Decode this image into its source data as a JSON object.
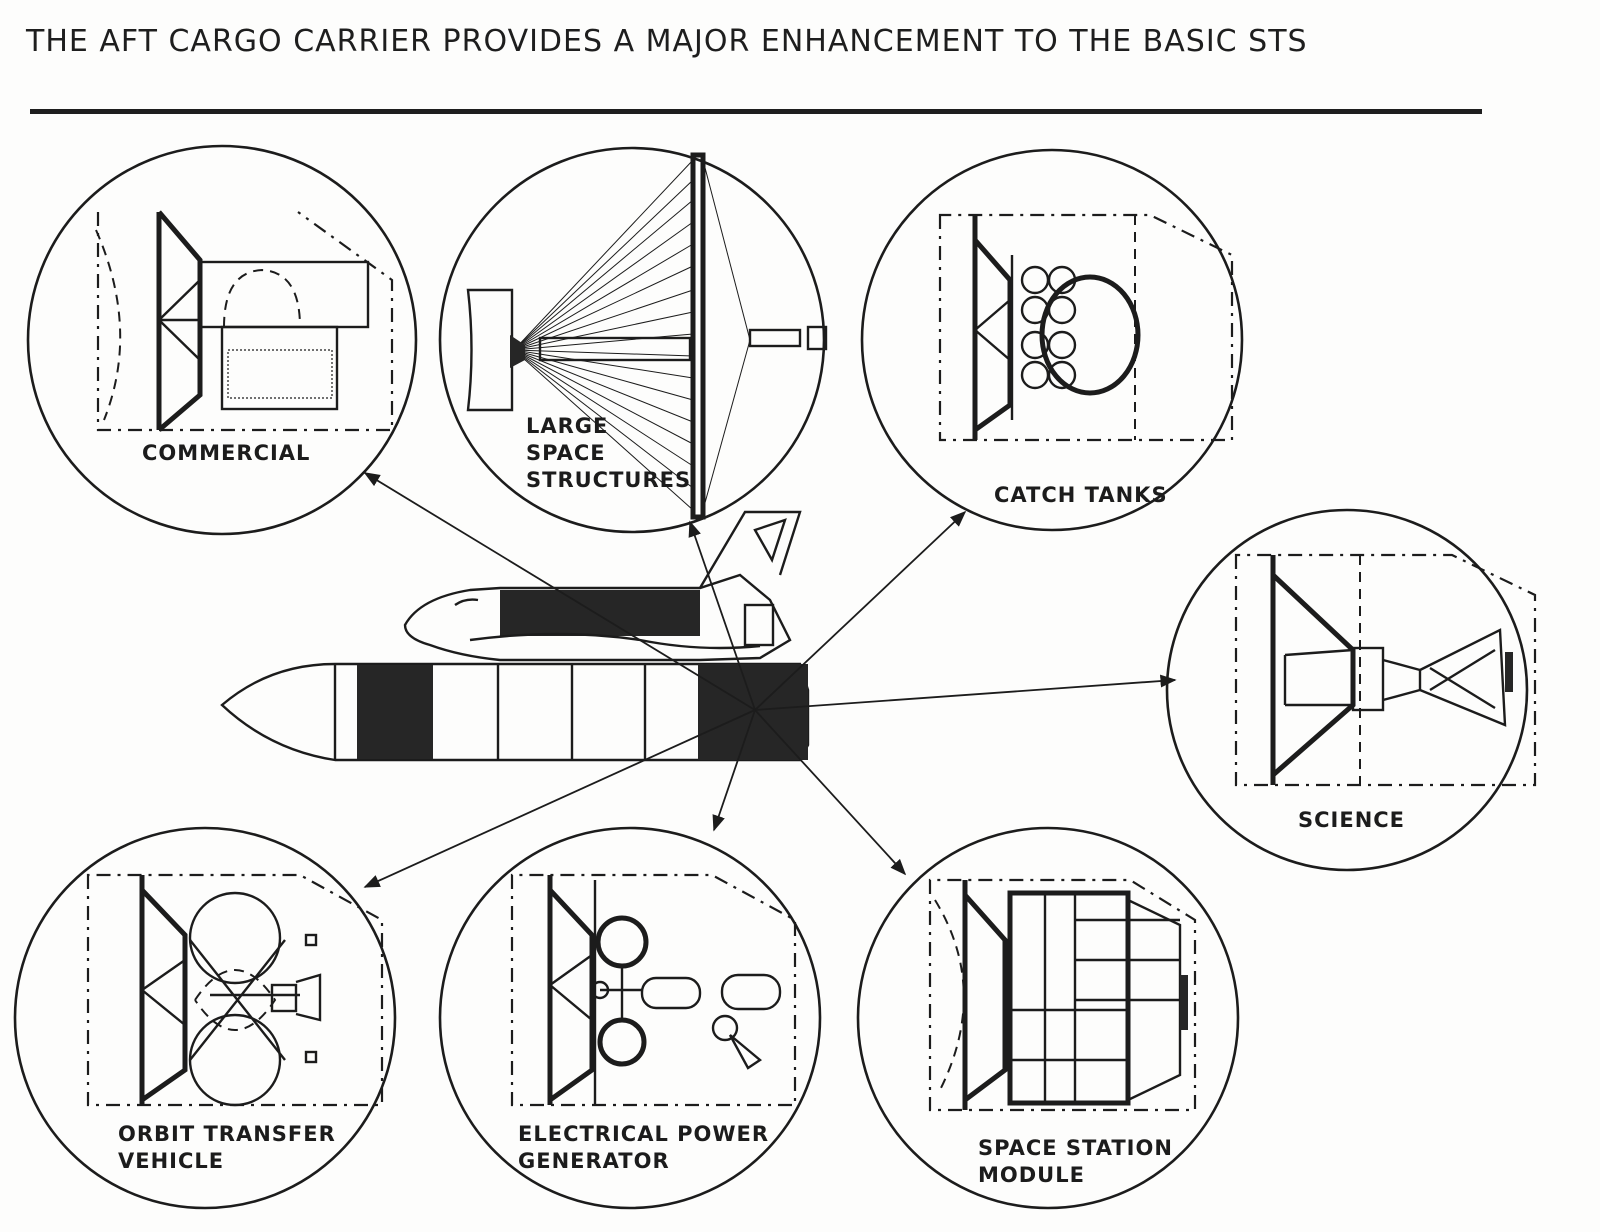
{
  "title": "THE AFT CARGO CARRIER PROVIDES A MAJOR ENHANCEMENT TO THE BASIC STS",
  "applications": {
    "commercial": {
      "lines": [
        "COMMERCIAL"
      ]
    },
    "large_space_structures": {
      "lines": [
        "LARGE",
        "SPACE",
        "STRUCTURES"
      ]
    },
    "catch_tanks": {
      "lines": [
        "CATCH TANKS"
      ]
    },
    "science": {
      "lines": [
        "SCIENCE"
      ]
    },
    "orbit_transfer_vehicle": {
      "lines": [
        "ORBIT TRANSFER",
        "VEHICLE"
      ]
    },
    "electrical_power_generator": {
      "lines": [
        "ELECTRICAL POWER",
        "GENERATOR"
      ]
    },
    "space_station_module": {
      "lines": [
        "SPACE STATION",
        "MODULE"
      ]
    }
  }
}
